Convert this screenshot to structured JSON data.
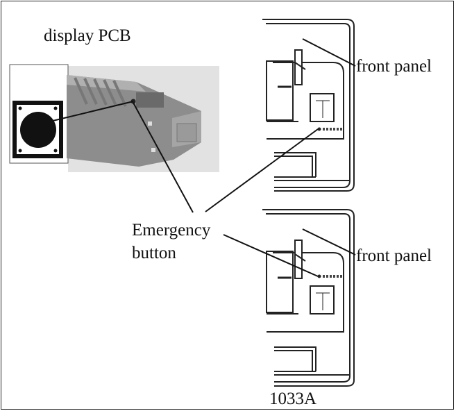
{
  "labels": {
    "display_pcb": "display PCB",
    "front_panel_top": "front panel",
    "front_panel_bottom": "front panel",
    "emergency_line1": "Emergency",
    "emergency_line2": "button",
    "model": "1033A"
  },
  "colors": {
    "photo_bg": "#dcdcdc",
    "board": "#8a8a8a",
    "line": "#222222"
  }
}
